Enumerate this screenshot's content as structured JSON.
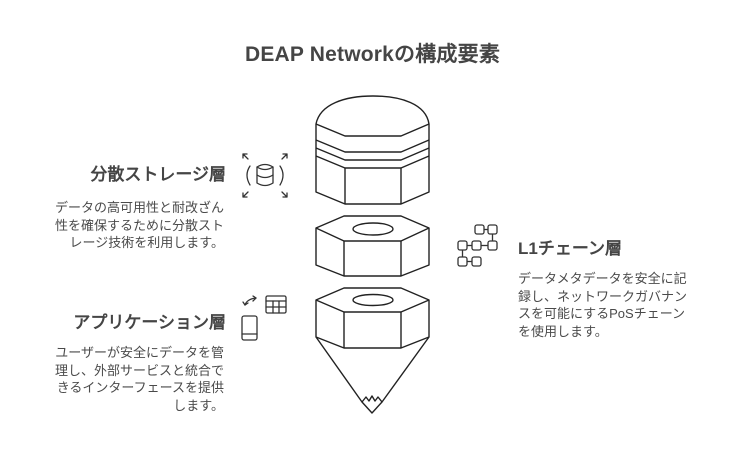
{
  "title": "DEAP Networkの構成要素",
  "components": {
    "storage": {
      "heading": "分散ストレージ層",
      "description_lines": [
        "データの高可用性と耐改ざん",
        "性を確保するために分散スト",
        "レージ技術を利用します。"
      ],
      "icon": "distributed-database-icon"
    },
    "l1": {
      "heading": "L1チェーン層",
      "description_lines": [
        "データメタデータを安全に記",
        "録し、ネットワークガバナン",
        "スを可能にするPoSチェーン",
        "を使用します。"
      ],
      "icon": "blockchain-network-icon"
    },
    "application": {
      "heading": "アプリケーション層",
      "description_lines": [
        "ユーザーが安全にデータを管",
        "理し、外部サービスと統合で",
        "きるインターフェースを提供",
        "します。"
      ],
      "icon": "app-integration-icon"
    }
  },
  "colors": {
    "stroke": "#222222",
    "text": "#444444",
    "background": "#ffffff"
  }
}
